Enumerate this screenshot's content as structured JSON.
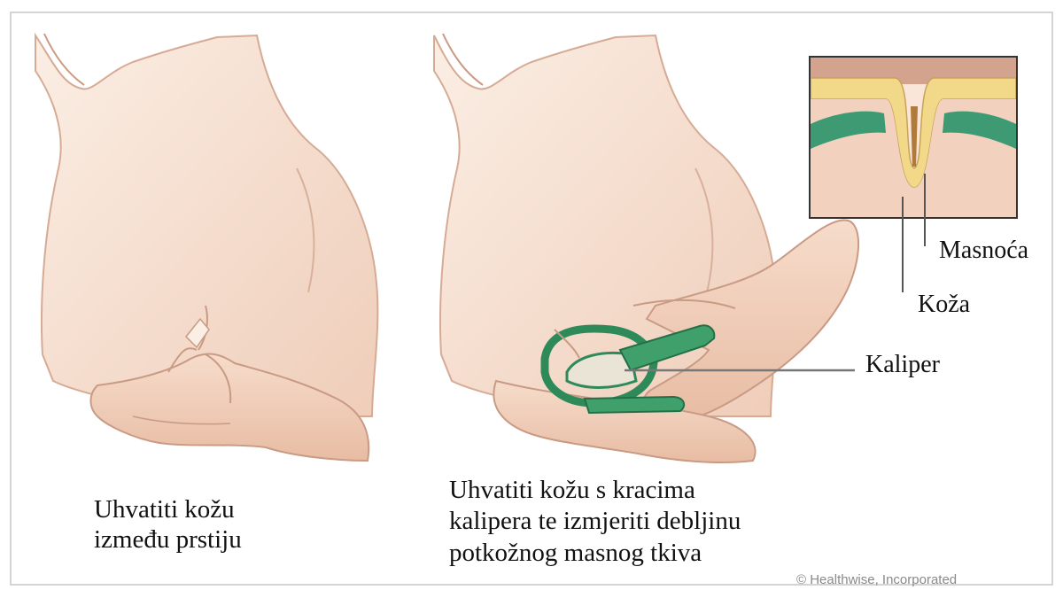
{
  "captions": {
    "left": [
      "Uhvatiti kožu",
      "između prstiju"
    ],
    "right": [
      "Uhvatiti kožu s kracima",
      "kalipera te izmjeriti debljinu",
      "potkožnog masnog tkiva"
    ]
  },
  "labels": {
    "fat": "Masnoća",
    "skin": "Koža",
    "caliper": "Kaliper"
  },
  "copyright": "© Healthwise, Incorporated",
  "colors": {
    "skin_tone": "#f4d9c9",
    "outline": "#c99a84",
    "fat_layer": "#f2d98a",
    "muscle_band": "#3e9a72",
    "caliper": "#2f8a5a",
    "frame": "#cfcfcf"
  }
}
